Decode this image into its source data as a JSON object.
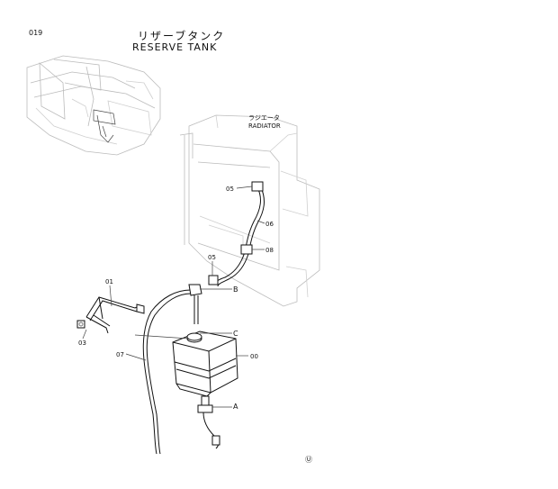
{
  "header": {
    "page_number": "019",
    "title_jp": "リザーブタンク",
    "title_en": "RESERVE  TANK"
  },
  "radiator": {
    "label_jp": "ラジエータ",
    "label_en": "RADIATOR"
  },
  "callouts": {
    "p05a": "05",
    "p06": "06",
    "p08": "08",
    "p05b": "05",
    "p01": "01",
    "p03": "03",
    "p07": "07",
    "p00": "00",
    "B": "B",
    "C": "C",
    "A": "A"
  },
  "footer_mark": "Ⓤ"
}
